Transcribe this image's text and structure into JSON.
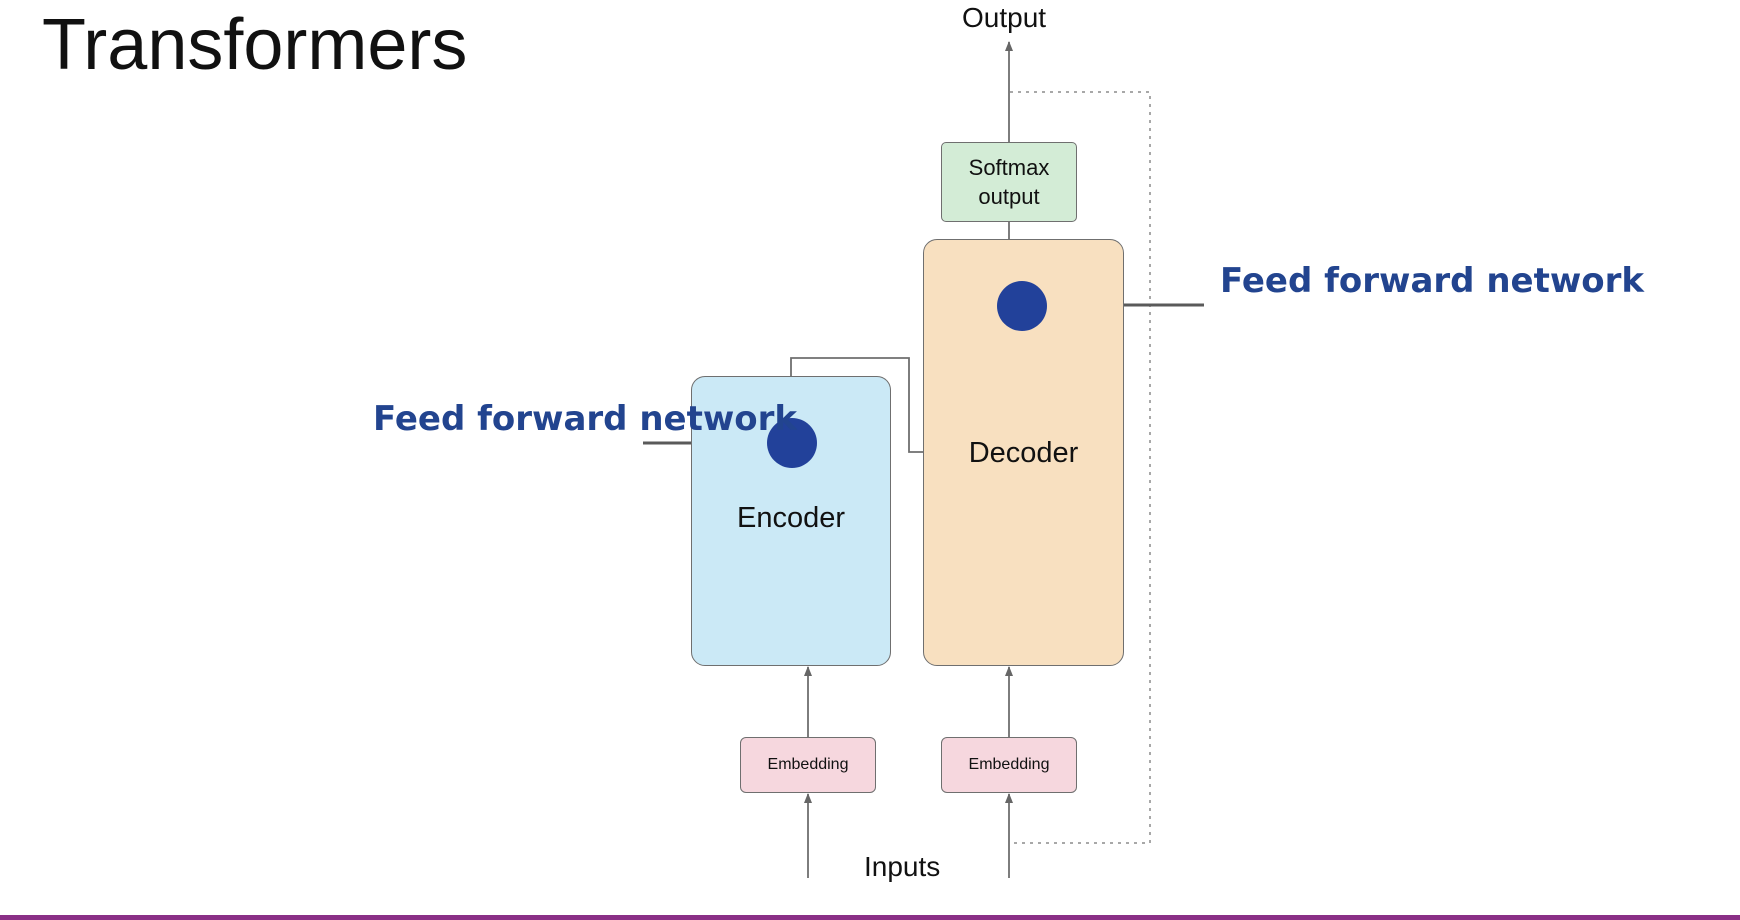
{
  "slide": {
    "title": "Transformers"
  },
  "diagram": {
    "encoder_label": "Encoder",
    "decoder_label": "Decoder",
    "softmax_label": "Softmax output",
    "embedding_encoder_label": "Embedding",
    "embedding_decoder_label": "Embedding",
    "ffn_encoder_label": "Feed forward network",
    "ffn_decoder_label": "Feed forward network",
    "output_label": "Output",
    "inputs_label": "Inputs"
  },
  "colors": {
    "encoder_fill": "#cbe9f6",
    "decoder_fill": "#f8e0c0",
    "softmax_fill": "#d3ecd6",
    "embedding_fill": "#f6d7de",
    "ffn_dot": "#22419a",
    "ffn_label": "#22448f",
    "bottom_bar": "#8a2f86"
  }
}
